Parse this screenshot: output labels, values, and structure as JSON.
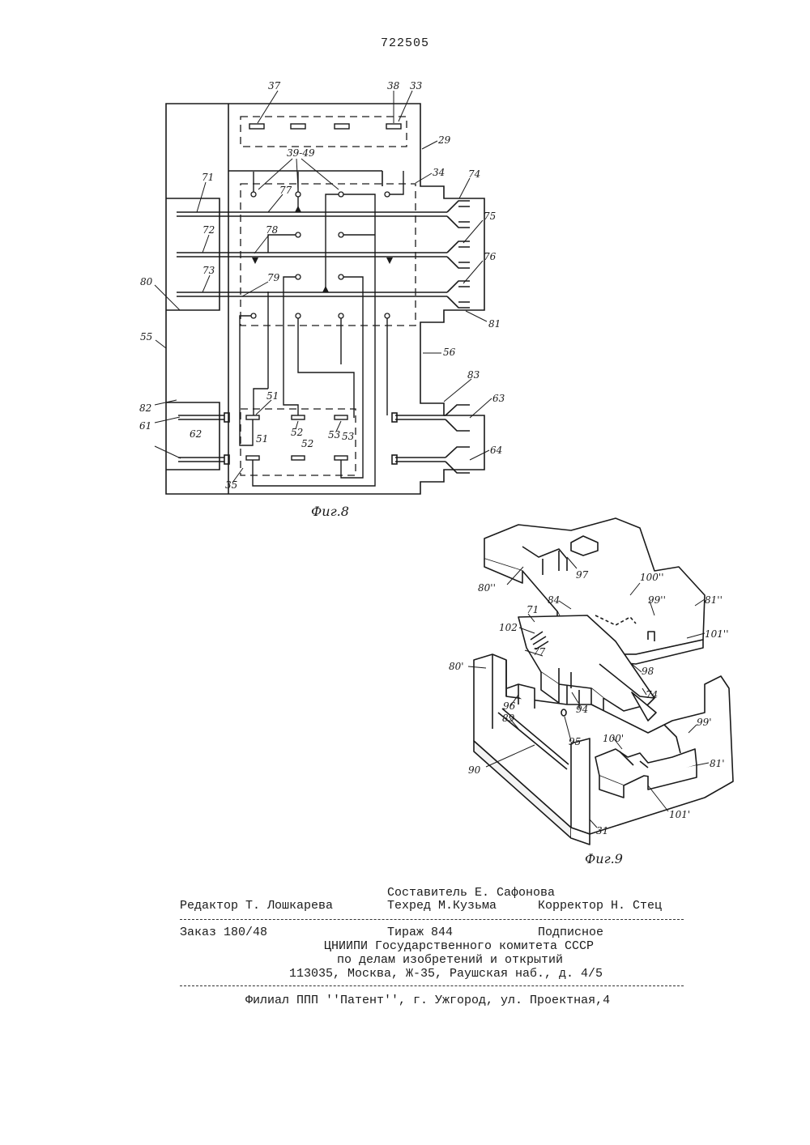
{
  "header": {
    "patent_number": "722505"
  },
  "figure8": {
    "caption": "Фиг.8",
    "labels": {
      "l37": "37",
      "l38": "38",
      "l33": "33",
      "l29": "29",
      "l39": "39-49",
      "l34": "34",
      "l74": "74",
      "l71": "71",
      "l77": "77",
      "l75": "75",
      "l72": "72",
      "l78": "78",
      "l76": "76",
      "l73": "73",
      "l79": "79",
      "l80": "80",
      "l81": "81",
      "l55": "55",
      "l56": "56",
      "l83": "83",
      "l82": "82",
      "l63": "63",
      "l61": "61",
      "l62": "62",
      "l64": "64",
      "l35": "35",
      "l51a": "51",
      "l52a": "52",
      "l53a": "53",
      "l51b": "51",
      "l52b": "52",
      "l53b": "53"
    }
  },
  "figure9": {
    "caption": "Фиг.9",
    "labels": {
      "l80pp": "80''",
      "l97": "97",
      "l100pp": "100''",
      "l84": "84",
      "l99pp": "99''",
      "l81pp": "81''",
      "l71": "71",
      "l102": "102",
      "l101pp": "101''",
      "l77": "77",
      "l80p": "80'",
      "l98": "98",
      "l74": "74",
      "l96": "96",
      "l94": "94",
      "l89": "89",
      "l95": "95",
      "l99p": "99'",
      "l100p": "100'",
      "l81p": "81'",
      "l90": "90",
      "l101p": "101'",
      "l31": "31"
    }
  },
  "imprint": {
    "compiler": "Составитель Е. Сафонова",
    "editor": "Редактор Т. Лошкарева",
    "techred": "Техред М.Кузьма",
    "corrector": "Корректор Н. Стец",
    "order": "Заказ 180/48",
    "circulation": "Тираж 844",
    "subscription": "Подписное",
    "org_line1": "ЦНИИПИ Государственного комитета СССР",
    "org_line2": "по делам изобретений и открытий",
    "address": "113035, Москва, Ж-35, Раушская наб., д. 4/5",
    "branch": "Филиал ППП ''Патент'', г. Ужгород, ул. Проектная,4"
  }
}
